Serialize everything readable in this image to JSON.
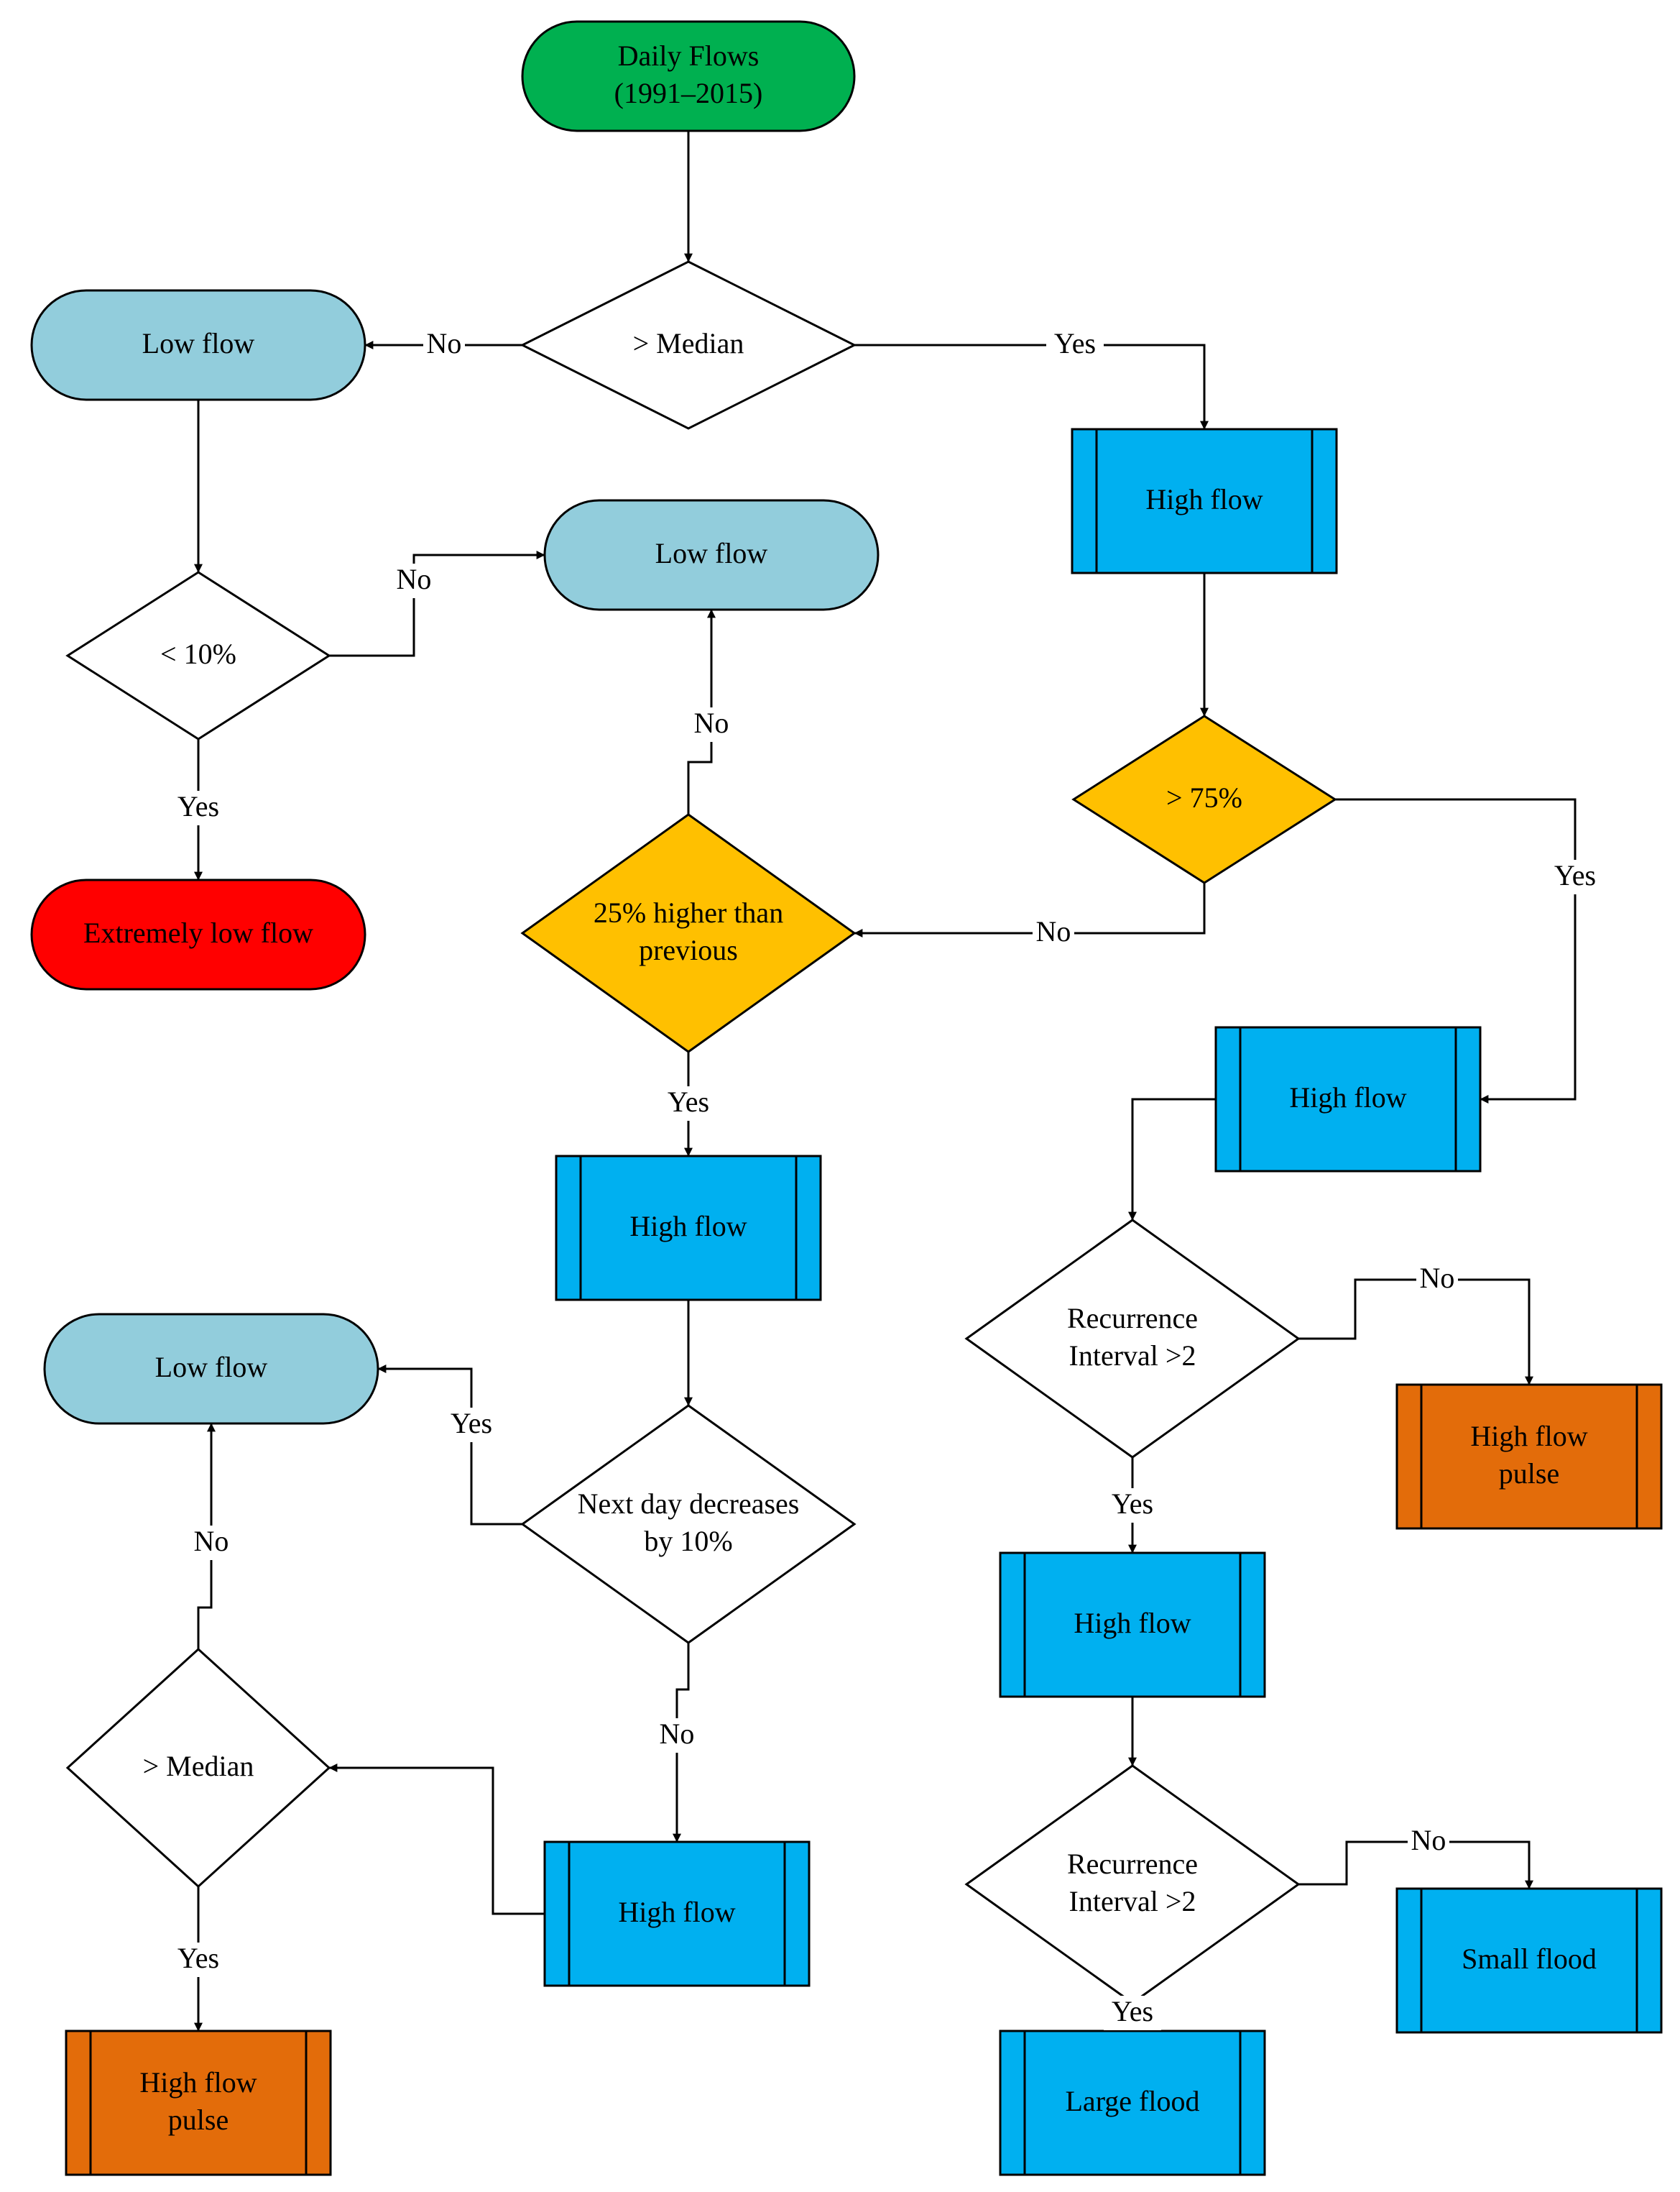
{
  "colors": {
    "start": "#00b050",
    "low_flow": "#92cddc",
    "extreme": "#ff0000",
    "high_flow": "#00b0f0",
    "decision_yellow": "#ffc000",
    "pulse": "#e36c0a",
    "decision_plain": "#ffffff",
    "line": "#000000"
  },
  "nodes": {
    "daily_flows": [
      "Daily Flows",
      "(1991–2015)"
    ],
    "median_1": [
      "> Median"
    ],
    "low_flow_1": [
      "Low flow"
    ],
    "high_flow_1": [
      "High flow"
    ],
    "pct10": [
      "< 10%"
    ],
    "low_flow_2": [
      "Low flow"
    ],
    "extreme_low": [
      "Extremely low flow"
    ],
    "pct75": [
      "> 75%"
    ],
    "higher25": [
      "25% higher than",
      "previous"
    ],
    "high_flow_2": [
      "High flow"
    ],
    "high_flow_3": [
      "High flow"
    ],
    "next_day": [
      "Next day decreases",
      "by 10%"
    ],
    "recurrence_1": [
      "Recurrence",
      "Interval >2"
    ],
    "hfp_1": [
      "High flow",
      "pulse"
    ],
    "low_flow_3": [
      "Low flow"
    ],
    "high_flow_4": [
      "High flow"
    ],
    "high_flow_5": [
      "High flow"
    ],
    "median_2": [
      "> Median"
    ],
    "recurrence_2": [
      "Recurrence",
      "Interval >2"
    ],
    "small_flood": [
      "Small flood"
    ],
    "hfp_2": [
      "High flow",
      "pulse"
    ],
    "large_flood": [
      "Large flood"
    ]
  },
  "edge_labels": {
    "median1_no": "No",
    "median1_yes": "Yes",
    "pct10_no": "No",
    "pct10_yes": "Yes",
    "higher25_no": "No",
    "pct75_yes": "Yes",
    "pct75_no": "No",
    "higher25_yes": "Yes",
    "rec1_no": "No",
    "next_yes": "Yes",
    "rec1_yes": "Yes",
    "median2_no": "No",
    "next_no": "No",
    "rec2_no": "No",
    "median2_yes": "Yes",
    "rec2_yes": "Yes"
  }
}
